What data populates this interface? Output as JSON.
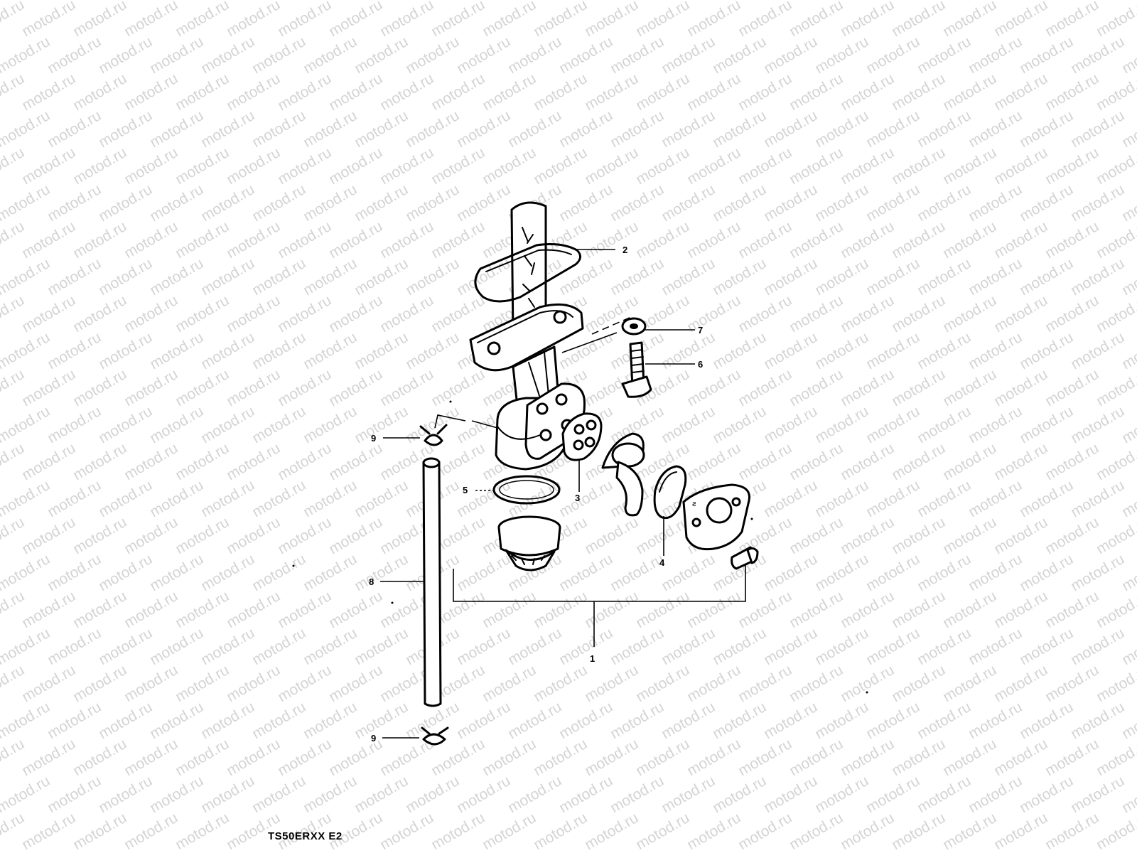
{
  "watermark": "motod.ru",
  "model_code": "TS50ERXX E2",
  "callouts": [
    {
      "id": "1"
    },
    {
      "id": "2"
    },
    {
      "id": "3"
    },
    {
      "id": "4"
    },
    {
      "id": "5"
    },
    {
      "id": "6"
    },
    {
      "id": "7"
    },
    {
      "id": "8"
    },
    {
      "id": "9a",
      "label": "9"
    },
    {
      "id": "9b",
      "label": "9"
    }
  ],
  "labels": {
    "c1": "1",
    "c2": "2",
    "c3": "3",
    "c4": "4",
    "c5": "5",
    "c6": "6",
    "c7": "7",
    "c8": "8",
    "c9a": "9",
    "c9b": "9"
  },
  "colors": {
    "line": "#000000",
    "watermark": "#d4d4d4",
    "background": "#ffffff"
  }
}
